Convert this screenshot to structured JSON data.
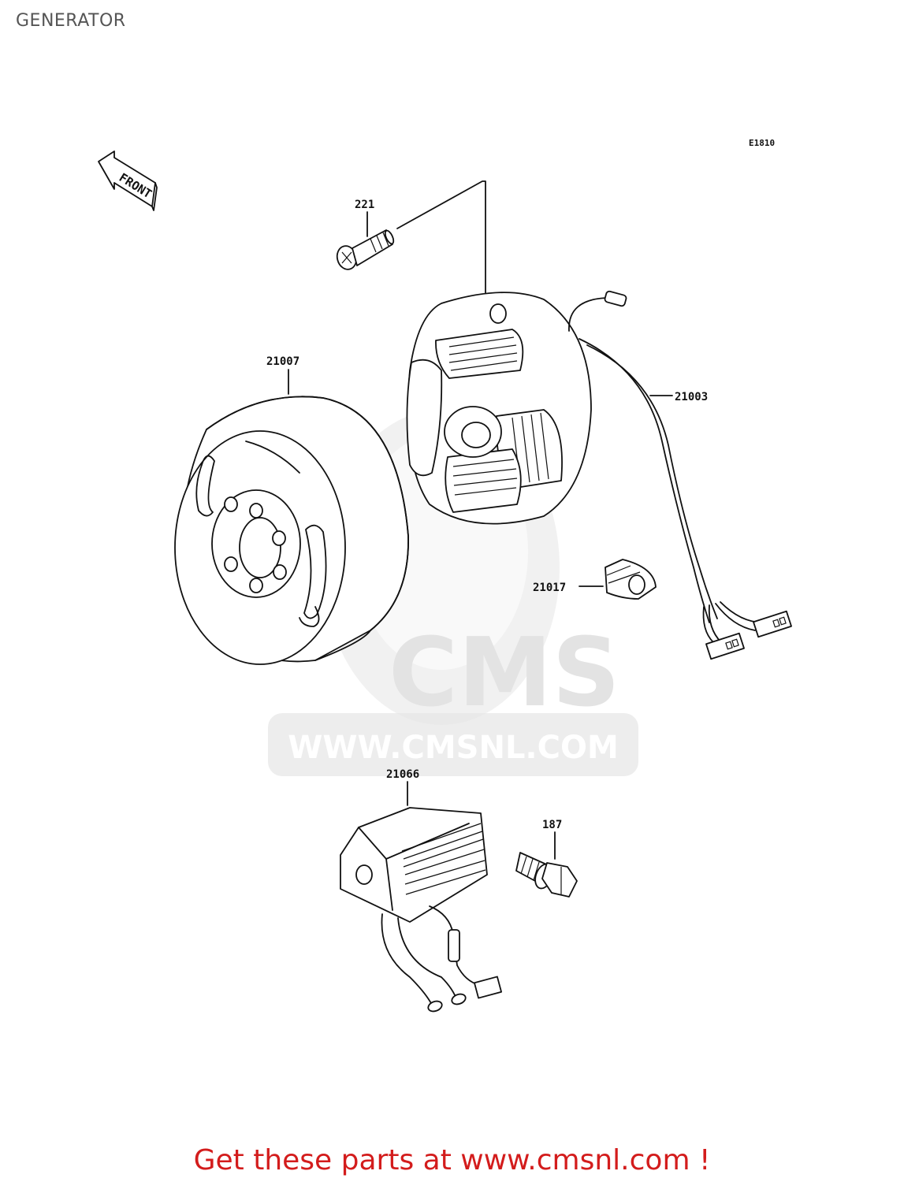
{
  "title": "GENERATOR",
  "diagram_code": "E1810",
  "front_label": "FRONT",
  "parts": [
    {
      "number": "221",
      "name": "screw"
    },
    {
      "number": "21007",
      "name": "flywheel"
    },
    {
      "number": "21003",
      "name": "stator"
    },
    {
      "number": "21017",
      "name": "grommet"
    },
    {
      "number": "21066",
      "name": "regulator"
    },
    {
      "number": "187",
      "name": "bolt"
    }
  ],
  "watermark": {
    "logo_text": "CMS",
    "url_text": "WWW.CMSNL.COM"
  },
  "cta": "Get these parts at www.cmsnl.com !",
  "colors": {
    "title": "#555555",
    "cta": "#d31c1c",
    "watermark": "#e6e6e6",
    "line": "#111111"
  }
}
